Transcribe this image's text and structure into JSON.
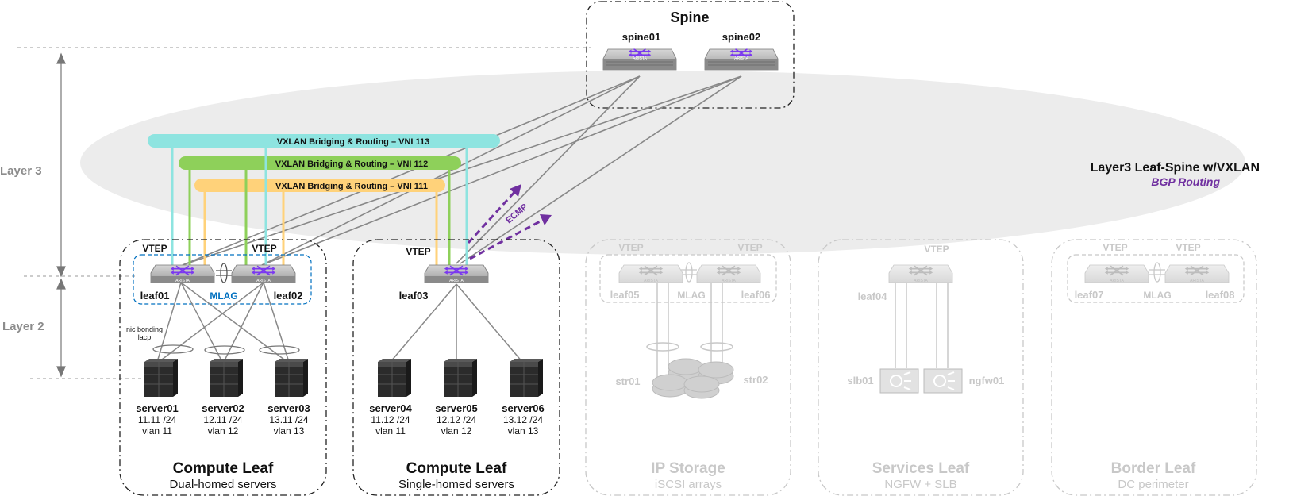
{
  "spine": {
    "title": "Spine",
    "switches": [
      "spine01",
      "spine02"
    ]
  },
  "layers": {
    "l3": "Layer 3",
    "l2": "Layer 2"
  },
  "overlay": {
    "title": "Layer3 Leaf-Spine w/VXLAN",
    "subtitle": "BGP Routing",
    "ecmp": "ECMP"
  },
  "vni": {
    "vni113": {
      "label": "VXLAN Bridging & Routing – VNI 113",
      "color": "#8ee4e0"
    },
    "vni112": {
      "label": "VXLAN Bridging & Routing – VNI 112",
      "color": "#8ed05a"
    },
    "vni111": {
      "label": "VXLAN Bridging & Routing – VNI 111",
      "color": "#ffd27a"
    }
  },
  "vtep": "VTEP",
  "mlag": "MLAG",
  "nic": {
    "line1": "nic bonding",
    "line2": "lacp"
  },
  "brand": "ARISTA",
  "pods": {
    "compute1": {
      "title": "Compute Leaf",
      "subtitle": "Dual-homed servers",
      "leafs": [
        "leaf01",
        "leaf02"
      ],
      "servers": [
        {
          "name": "server01",
          "ip": "11.11 /24",
          "vlan": "vlan 11"
        },
        {
          "name": "server02",
          "ip": "12.11 /24",
          "vlan": "vlan 12"
        },
        {
          "name": "server03",
          "ip": "13.11 /24",
          "vlan": "vlan 13"
        }
      ]
    },
    "compute2": {
      "title": "Compute Leaf",
      "subtitle": "Single-homed servers",
      "leafs": [
        "leaf03"
      ],
      "servers": [
        {
          "name": "server04",
          "ip": "11.12 /24",
          "vlan": "vlan 11"
        },
        {
          "name": "server05",
          "ip": "12.12 /24",
          "vlan": "vlan 12"
        },
        {
          "name": "server06",
          "ip": "13.12 /24",
          "vlan": "vlan 13"
        }
      ]
    },
    "storage": {
      "title": "IP Storage",
      "subtitle": "iSCSI arrays",
      "leafs": [
        "leaf05",
        "leaf06"
      ],
      "devices": [
        "str01",
        "str02"
      ]
    },
    "services": {
      "title": "Services Leaf",
      "subtitle": "NGFW + SLB",
      "leafs": [
        "leaf04"
      ],
      "devices": [
        "slb01",
        "ngfw01"
      ]
    },
    "border": {
      "title": "Border Leaf",
      "subtitle": "DC perimeter",
      "leafs": [
        "leaf07",
        "leaf08"
      ]
    }
  },
  "colors": {
    "ecmp": "#7030a0",
    "mlag": "#0070c0",
    "dim": "#c8c8c8",
    "switch": "#a9a9a9",
    "switch_icon": "#7b38f0"
  }
}
